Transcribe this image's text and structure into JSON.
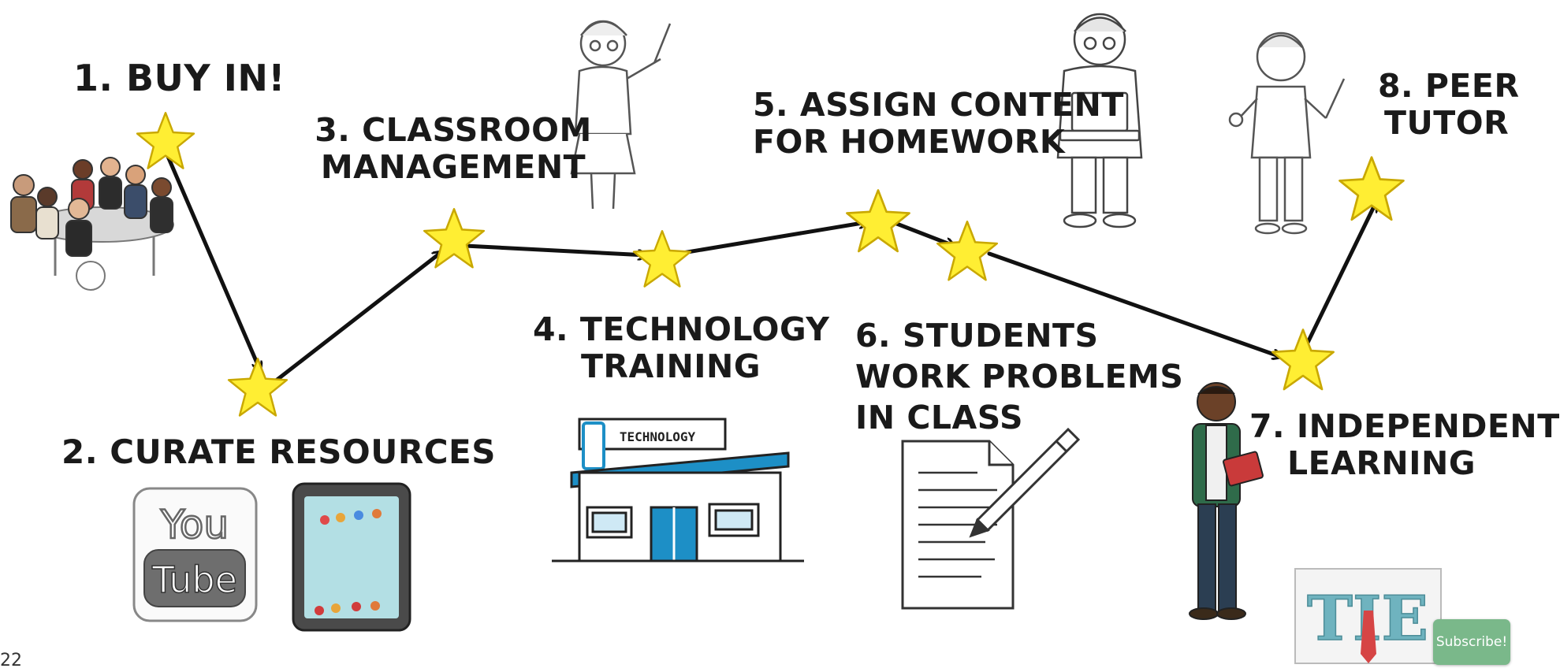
{
  "steps": [
    {
      "lines": [
        "1. BUY IN!"
      ]
    },
    {
      "lines": [
        "2. CURATE RESOURCES"
      ]
    },
    {
      "lines": [
        "3. CLASSROOM",
        "MANAGEMENT"
      ]
    },
    {
      "lines": [
        "4. TECHNOLOGY",
        "TRAINING"
      ]
    },
    {
      "lines": [
        "5. ASSIGN CONTENT",
        "FOR HOMEWORK"
      ]
    },
    {
      "lines": [
        "6. STUDENTS",
        "WORK PROBLEMS",
        "IN CLASS"
      ]
    },
    {
      "lines": [
        "7. INDEPENDENT",
        "LEARNING"
      ]
    },
    {
      "lines": [
        "8. PEER",
        "TUTOR"
      ]
    }
  ],
  "illustrations": {
    "youtube_top": "You",
    "youtube_bottom": "Tube",
    "store_sign": "TECHNOLOGY",
    "logo": "TIE"
  },
  "subscribe_label": "Subscribe!",
  "footer_number": "22",
  "colors": {
    "star_fill": "#ffee33",
    "star_stroke": "#c9a800",
    "arrow": "#111111",
    "store_blue": "#1d8fc6",
    "subscribe_bg": "#7ab88a",
    "logo_teal": "#6fb3bf"
  }
}
